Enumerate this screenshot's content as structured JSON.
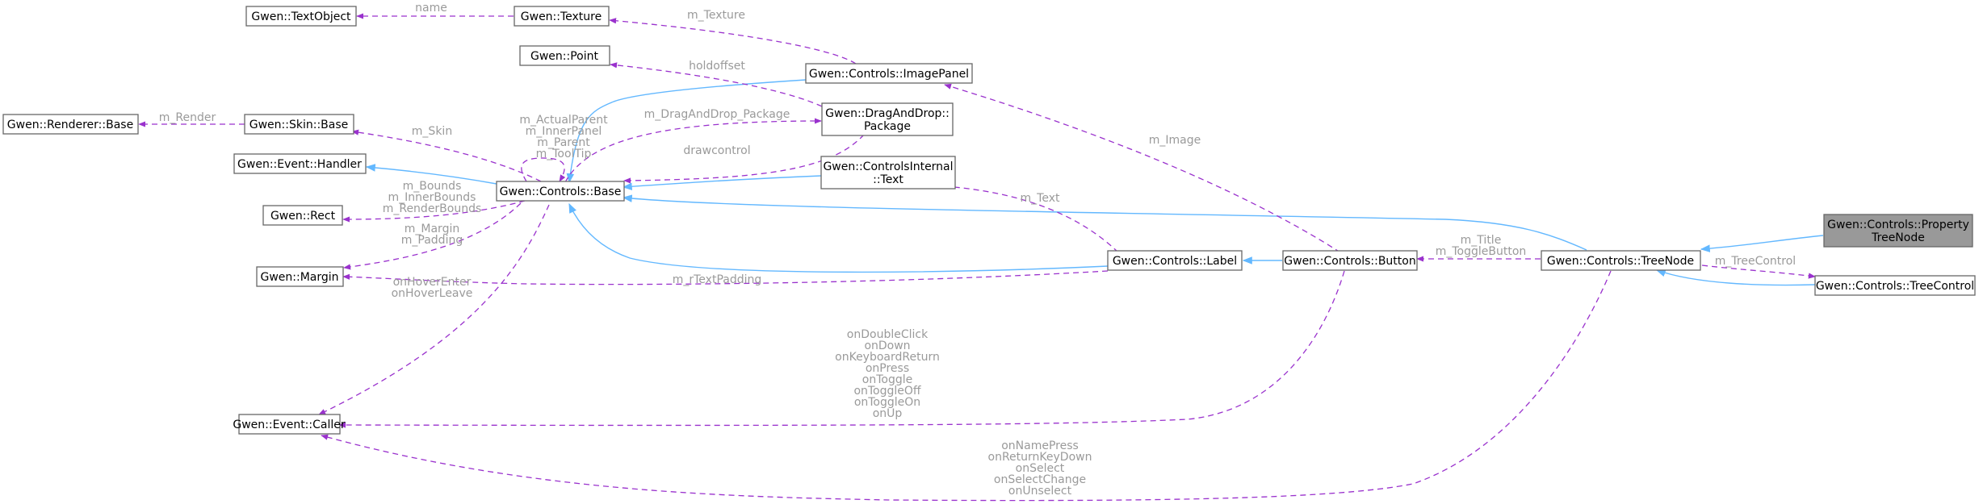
{
  "nodes": {
    "textobject": "Gwen::TextObject",
    "texture": "Gwen::Texture",
    "point": "Gwen::Point",
    "imagepanel": "Gwen::Controls::ImagePanel",
    "renderer_base": "Gwen::Renderer::Base",
    "skin_base": "Gwen::Skin::Base",
    "dragdrop_package": [
      "Gwen::DragAndDrop::",
      "Package"
    ],
    "event_handler": "Gwen::Event::Handler",
    "controls_base": "Gwen::Controls::Base",
    "controlsinternal_text": [
      "Gwen::ControlsInternal",
      "::Text"
    ],
    "rect": "Gwen::Rect",
    "margin": "Gwen::Margin",
    "label": "Gwen::Controls::Label",
    "button": "Gwen::Controls::Button",
    "treenode": "Gwen::Controls::TreeNode",
    "property_treenode": [
      "Gwen::Controls::Property",
      "TreeNode"
    ],
    "treecontrol": "Gwen::Controls::TreeControl",
    "event_caller": "Gwen::Event::Caller"
  },
  "edge_labels": {
    "name": [
      "name"
    ],
    "m_texture": [
      "m_Texture"
    ],
    "holdoffset": [
      "holdoffset"
    ],
    "m_render": [
      "m_Render"
    ],
    "m_skin": [
      "m_Skin"
    ],
    "self_refs": [
      "m_ActualParent",
      "m_InnerPanel",
      "m_Parent",
      "m_ToolTip"
    ],
    "m_draganddrop_package": [
      "m_DragAndDrop_Package"
    ],
    "drawcontrol": [
      "drawcontrol"
    ],
    "m_image": [
      "m_Image"
    ],
    "rect_refs": [
      "m_Bounds",
      "m_InnerBounds",
      "m_RenderBounds"
    ],
    "margin_refs": [
      "m_Margin",
      "m_Padding"
    ],
    "m_text": [
      "m_Text"
    ],
    "hover_events": [
      "onHoverEnter",
      "onHoverLeave"
    ],
    "m_rtextpadding": [
      "m_rTextPadding"
    ],
    "title_toggle": [
      "m_Title",
      "m_ToggleButton"
    ],
    "m_treecontrol": [
      "m_TreeControl"
    ],
    "button_events": [
      "onDoubleClick",
      "onDown",
      "onKeyboardReturn",
      "onPress",
      "onToggle",
      "onToggleOff",
      "onToggleOn",
      "onUp"
    ],
    "treenode_events": [
      "onNamePress",
      "onReturnKeyDown",
      "onSelect",
      "onSelectChange",
      "onUnselect"
    ]
  },
  "colors": {
    "inheritance_edge": "#63b8ff",
    "usage_edge": "#9a32cd",
    "edge_label_text": "#9a9a9a",
    "focus_node_fill": "#999999",
    "node_border": "#666666"
  }
}
